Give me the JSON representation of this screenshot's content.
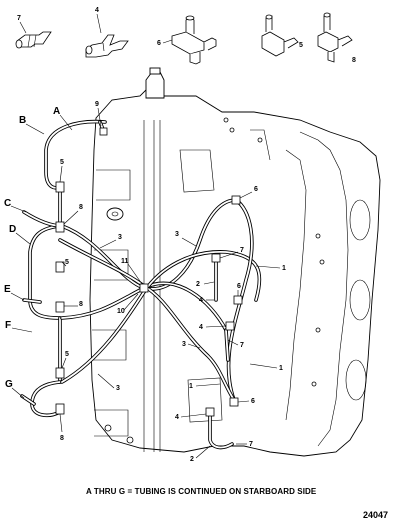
{
  "parts_key": {
    "items": [
      {
        "callout": "7",
        "icon": "straight-connector-icon"
      },
      {
        "callout": "4",
        "icon": "check-valve-icon"
      },
      {
        "callout": "6",
        "icon": "tee-fitting-icon"
      },
      {
        "callout": "5",
        "icon": "elbow-fitting-icon"
      },
      {
        "callout": "8",
        "icon": "elbow-tee-fitting-icon"
      }
    ]
  },
  "callouts": {
    "letters": [
      "A",
      "B",
      "C",
      "D",
      "E",
      "F",
      "G"
    ],
    "numbers": [
      "9",
      "5",
      "8",
      "3",
      "5",
      "8",
      "5",
      "11",
      "10",
      "3",
      "8",
      "6",
      "7",
      "3",
      "1",
      "2",
      "4",
      "6",
      "4",
      "7",
      "3",
      "1",
      "1",
      "6",
      "4",
      "7",
      "2"
    ]
  },
  "caption": "A THRU G = TUBING IS CONTINUED ON STARBOARD SIDE",
  "figure_number": "24047"
}
